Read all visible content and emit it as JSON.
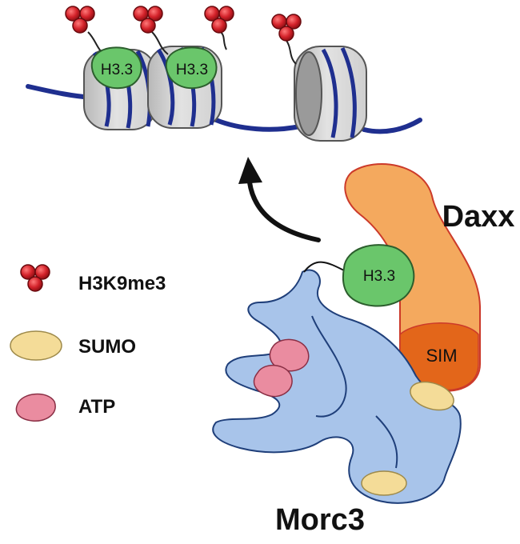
{
  "figure": {
    "nucleosome_label": "H3.3",
    "h33_label": "H3.3",
    "daxx_label": "Daxx",
    "sim_label": "SIM",
    "morc3_label": "Morc3"
  },
  "legend": {
    "items": [
      {
        "label": "H3K9me3",
        "icon": "h3k9me3-trimer-icon",
        "color": "#d3222a"
      },
      {
        "label": "SUMO",
        "icon": "sumo-ellipse-icon",
        "color": "#f4dc98"
      },
      {
        "label": "ATP",
        "icon": "atp-blob-icon",
        "color": "#ea8ca0"
      }
    ]
  },
  "colors": {
    "dna": "#1f2f8f",
    "histone_gray": "#d9d9d9",
    "h33_green": "#6ac66b",
    "daxx_orange": "#f4a95e",
    "sim_orange": "#e3661a",
    "morc3_blue": "#a8c4ea",
    "methyl_red": "#d3222a"
  }
}
